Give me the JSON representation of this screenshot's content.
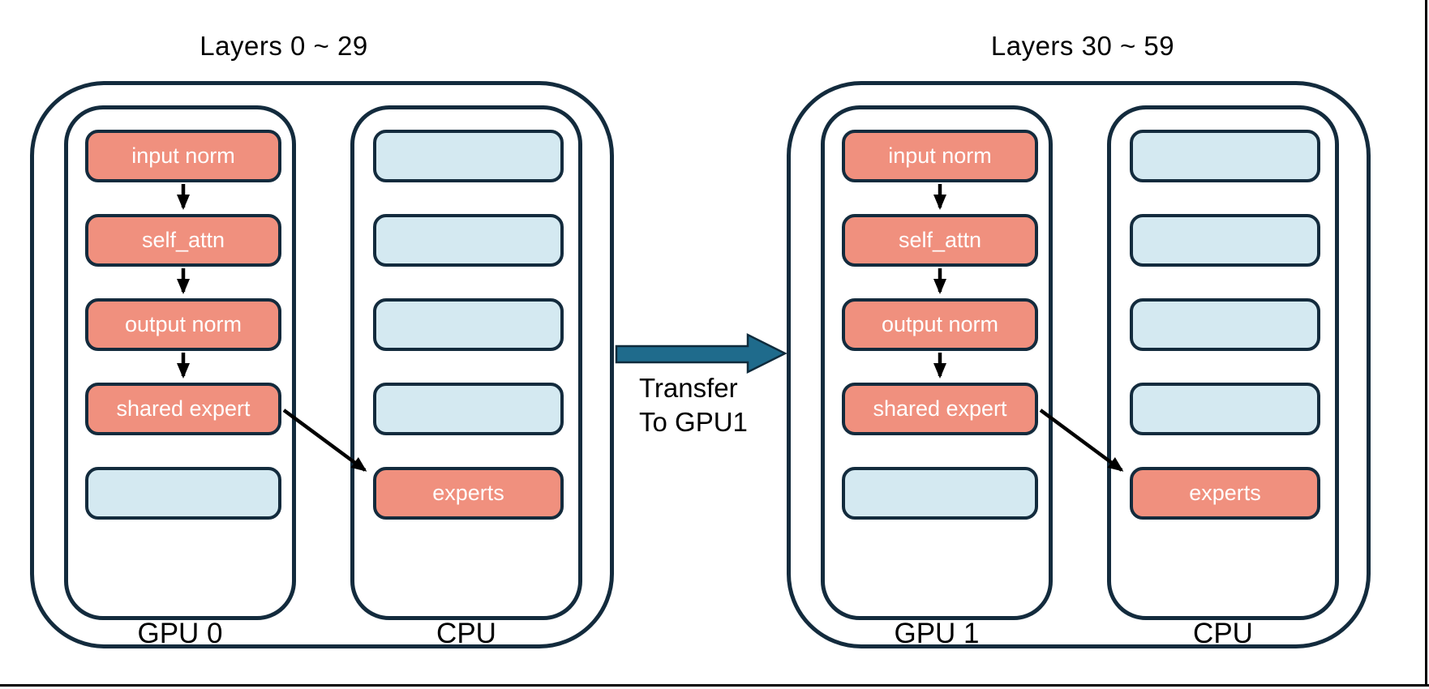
{
  "diagram": {
    "transfer": {
      "line1": "Transfer",
      "line2": "To GPU1"
    },
    "colors": {
      "active": "#f0907e",
      "empty": "#d4e9f1",
      "border": "#132b3d",
      "arrow": "#1f6b8c"
    },
    "groups": [
      {
        "title": "Layers 0 ~ 29",
        "gpu": {
          "label": "GPU 0",
          "boxes": [
            {
              "label": "input norm",
              "type": "active"
            },
            {
              "label": "self_attn",
              "type": "active"
            },
            {
              "label": "output norm",
              "type": "active"
            },
            {
              "label": "shared expert",
              "type": "active"
            },
            {
              "label": "",
              "type": "empty"
            }
          ]
        },
        "cpu": {
          "label": "CPU",
          "boxes": [
            {
              "label": "",
              "type": "empty"
            },
            {
              "label": "",
              "type": "empty"
            },
            {
              "label": "",
              "type": "empty"
            },
            {
              "label": "",
              "type": "empty"
            },
            {
              "label": "experts",
              "type": "active"
            }
          ]
        }
      },
      {
        "title": "Layers 30 ~ 59",
        "gpu": {
          "label": "GPU 1",
          "boxes": [
            {
              "label": "input norm",
              "type": "active"
            },
            {
              "label": "self_attn",
              "type": "active"
            },
            {
              "label": "output norm",
              "type": "active"
            },
            {
              "label": "shared expert",
              "type": "active"
            },
            {
              "label": "",
              "type": "empty"
            }
          ]
        },
        "cpu": {
          "label": "CPU",
          "boxes": [
            {
              "label": "",
              "type": "empty"
            },
            {
              "label": "",
              "type": "empty"
            },
            {
              "label": "",
              "type": "empty"
            },
            {
              "label": "",
              "type": "empty"
            },
            {
              "label": "experts",
              "type": "active"
            }
          ]
        }
      }
    ]
  }
}
